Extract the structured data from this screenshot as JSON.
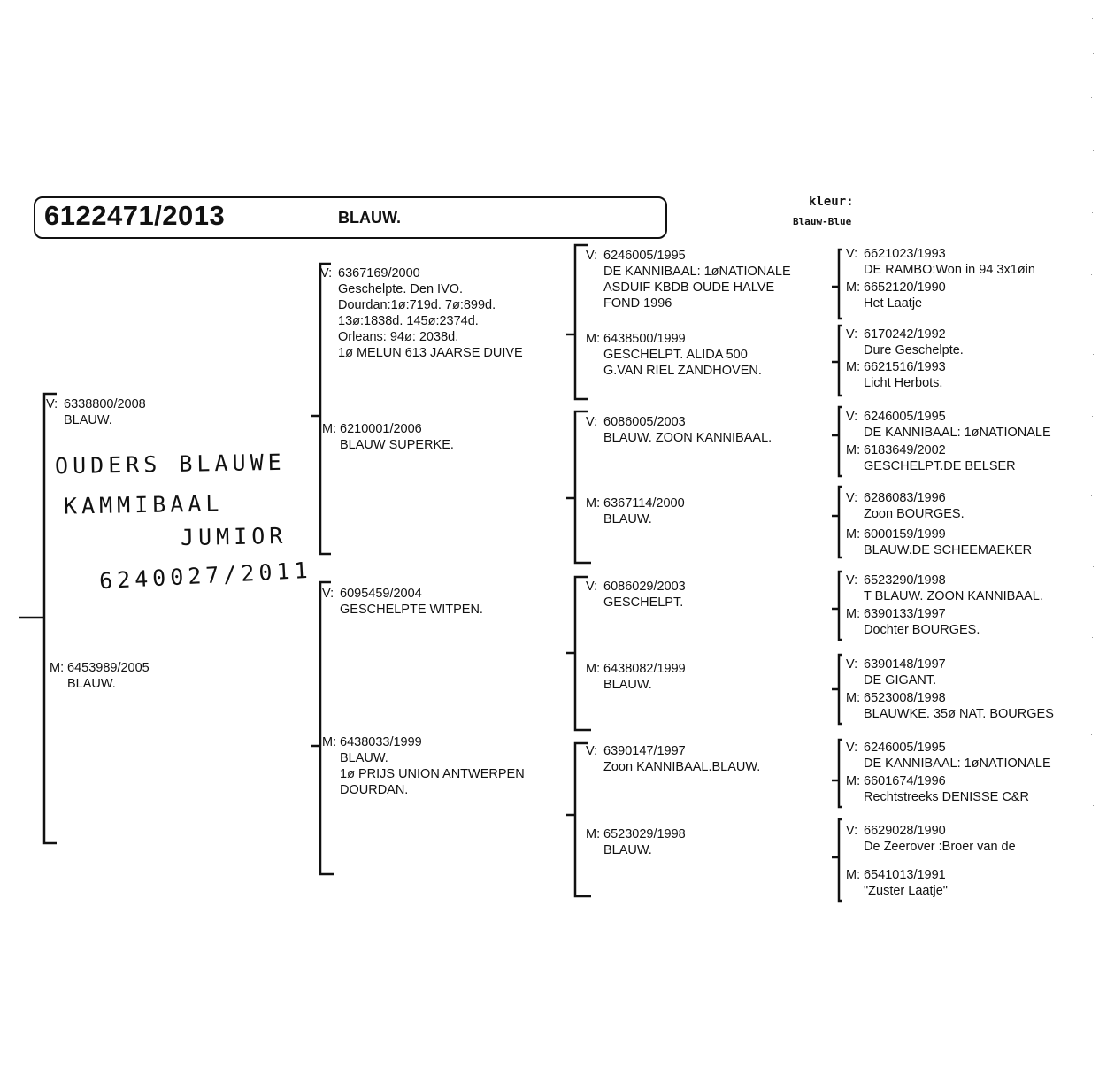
{
  "pigeon": {
    "ring_number": "6122471/2013",
    "color_short": "BLAUW.",
    "color_label": "kleur:",
    "color_value": "Blauw-Blue"
  },
  "handwriting": {
    "line1": "OUDERS BLAUWE",
    "line2": "KAMMIBAAL",
    "line3": "JUMIOR",
    "line4": "6240027/2011"
  },
  "gen1": {
    "father": {
      "tag": "V:",
      "lines": [
        "6338800/2008",
        "BLAUW."
      ]
    },
    "mother": {
      "tag": "M:",
      "lines": [
        "6453989/2005",
        "BLAUW."
      ]
    }
  },
  "gen2": {
    "ff": {
      "tag": "V:",
      "lines": [
        "6367169/2000",
        "Geschelpte. Den IVO.",
        "Dourdan:1ø:719d. 7ø:899d.",
        "13ø:1838d. 145ø:2374d.",
        "Orleans: 94ø: 2038d.",
        "1ø MELUN 613 JAARSE DUIVE"
      ]
    },
    "fm": {
      "tag": "M:",
      "lines": [
        "6210001/2006",
        "BLAUW SUPERKE."
      ]
    },
    "mf": {
      "tag": "V:",
      "lines": [
        "6095459/2004",
        "GESCHELPTE WITPEN."
      ]
    },
    "mm": {
      "tag": "M:",
      "lines": [
        "6438033/1999",
        "BLAUW.",
        "1ø PRIJS UNION ANTWERPEN",
        "DOURDAN."
      ]
    }
  },
  "gen3": [
    {
      "tag": "V:",
      "lines": [
        "6246005/1995",
        "DE KANNIBAAL: 1øNATIONALE",
        "ASDUIF KBDB OUDE HALVE",
        "FOND 1996"
      ]
    },
    {
      "tag": "M:",
      "lines": [
        "6438500/1999",
        "GESCHELPT. ALIDA 500",
        "G.VAN RIEL ZANDHOVEN."
      ]
    },
    {
      "tag": "V:",
      "lines": [
        "6086005/2003",
        "BLAUW. ZOON KANNIBAAL."
      ]
    },
    {
      "tag": "M:",
      "lines": [
        "6367114/2000",
        "BLAUW."
      ]
    },
    {
      "tag": "V:",
      "lines": [
        "6086029/2003",
        "GESCHELPT."
      ]
    },
    {
      "tag": "M:",
      "lines": [
        "6438082/1999",
        "BLAUW."
      ]
    },
    {
      "tag": "V:",
      "lines": [
        "6390147/1997",
        "Zoon KANNIBAAL.BLAUW."
      ]
    },
    {
      "tag": "M:",
      "lines": [
        "6523029/1998",
        "BLAUW."
      ]
    }
  ],
  "gen4": [
    {
      "tag": "V:",
      "lines": [
        "6621023/1993",
        "DE RAMBO:Won in 94 3x1øin"
      ]
    },
    {
      "tag": "M:",
      "lines": [
        "6652120/1990",
        "Het Laatje"
      ]
    },
    {
      "tag": "V:",
      "lines": [
        "6170242/1992",
        "Dure Geschelpte."
      ]
    },
    {
      "tag": "M:",
      "lines": [
        "6621516/1993",
        "Licht Herbots."
      ]
    },
    {
      "tag": "V:",
      "lines": [
        "6246005/1995",
        "DE KANNIBAAL: 1øNATIONALE"
      ]
    },
    {
      "tag": "M:",
      "lines": [
        "6183649/2002",
        "GESCHELPT.DE BELSER"
      ]
    },
    {
      "tag": "V:",
      "lines": [
        "6286083/1996",
        "Zoon BOURGES."
      ]
    },
    {
      "tag": "M:",
      "lines": [
        "6000159/1999",
        "BLAUW.DE SCHEEMAEKER"
      ]
    },
    {
      "tag": "V:",
      "lines": [
        "6523290/1998",
        "T BLAUW. ZOON KANNIBAAL."
      ]
    },
    {
      "tag": "M:",
      "lines": [
        "6390133/1997",
        "Dochter BOURGES."
      ]
    },
    {
      "tag": "V:",
      "lines": [
        "6390148/1997",
        "DE GIGANT."
      ]
    },
    {
      "tag": "M:",
      "lines": [
        "6523008/1998",
        "BLAUWKE. 35ø NAT. BOURGES"
      ]
    },
    {
      "tag": "V:",
      "lines": [
        "6246005/1995",
        "DE KANNIBAAL: 1øNATIONALE"
      ]
    },
    {
      "tag": "M:",
      "lines": [
        "6601674/1996",
        "Rechtstreeks DENISSE C&R"
      ]
    },
    {
      "tag": "V:",
      "lines": [
        "6629028/1990",
        "De Zeerover :Broer van de"
      ]
    },
    {
      "tag": "M:",
      "lines": [
        "6541013/1991",
        "\"Zuster Laatje\""
      ]
    }
  ]
}
